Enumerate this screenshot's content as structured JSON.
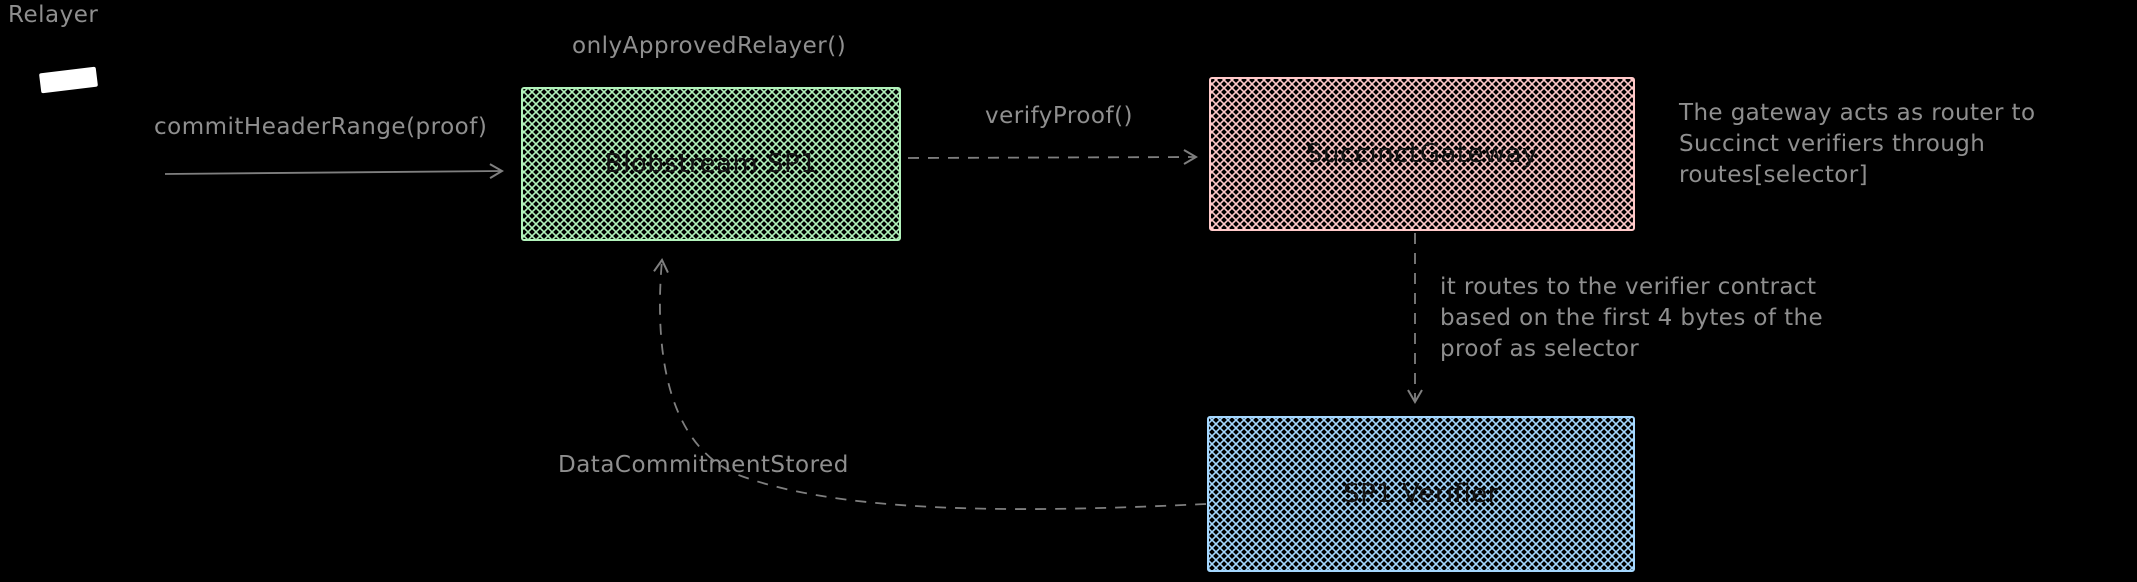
{
  "actor": {
    "label": "Relayer"
  },
  "edges": {
    "commit": {
      "label": "commitHeaderRange(proof)"
    },
    "guard": {
      "label": "onlyApprovedRelayer()"
    },
    "verify": {
      "label": "verifyProof()"
    },
    "callback": {
      "label": "DataCommitmentStored"
    }
  },
  "nodes": {
    "blobstream": {
      "label": "Blobstream SP1",
      "color": "#b2f2bb"
    },
    "gateway": {
      "label": "SuccinctGateway",
      "color": "#ffc9c9"
    },
    "verifier": {
      "label": "SP1 Verifier",
      "color": "#a5d8ff"
    }
  },
  "notes": {
    "gateway": "The gateway acts as router to Succinct verifiers through routes[selector]",
    "routing": "it routes to the verifier contract based on the first 4 bytes of the proof as selector"
  },
  "colors": {
    "background": "#000000",
    "muted_text": "#8f8f8f",
    "arrow": "#7f7f7f",
    "node_text": "#141414",
    "green": "#b2f2bb",
    "pink": "#ffc9c9",
    "blue": "#a5d8ff",
    "relayer_icon": "#ffffff"
  }
}
